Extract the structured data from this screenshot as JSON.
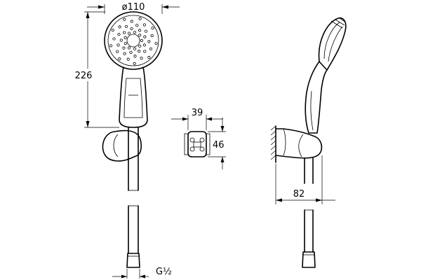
{
  "dimensions": {
    "head_diameter": "ø110",
    "hand_shower_length": "226",
    "holder_width": "39",
    "holder_height": "46",
    "wall_projection": "82",
    "hose_connection": "G½"
  }
}
